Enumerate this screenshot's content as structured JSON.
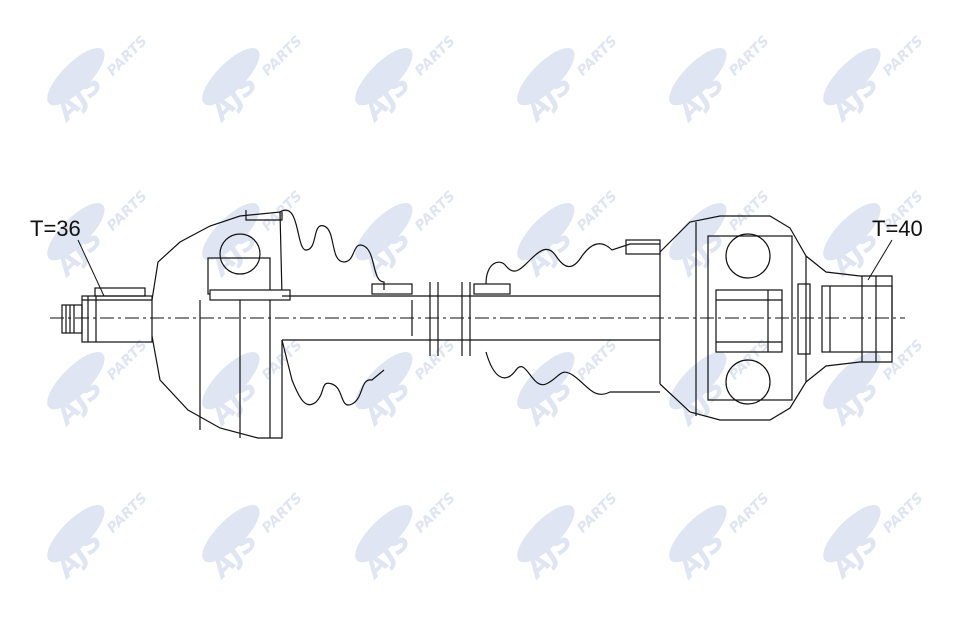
{
  "watermark": {
    "brand": "AJS",
    "suffix": "PARTS",
    "color": "#dfe5f2"
  },
  "drawing": {
    "line_color": "#111111",
    "left_joint_label": "T=36",
    "right_joint_label": "T=40"
  }
}
